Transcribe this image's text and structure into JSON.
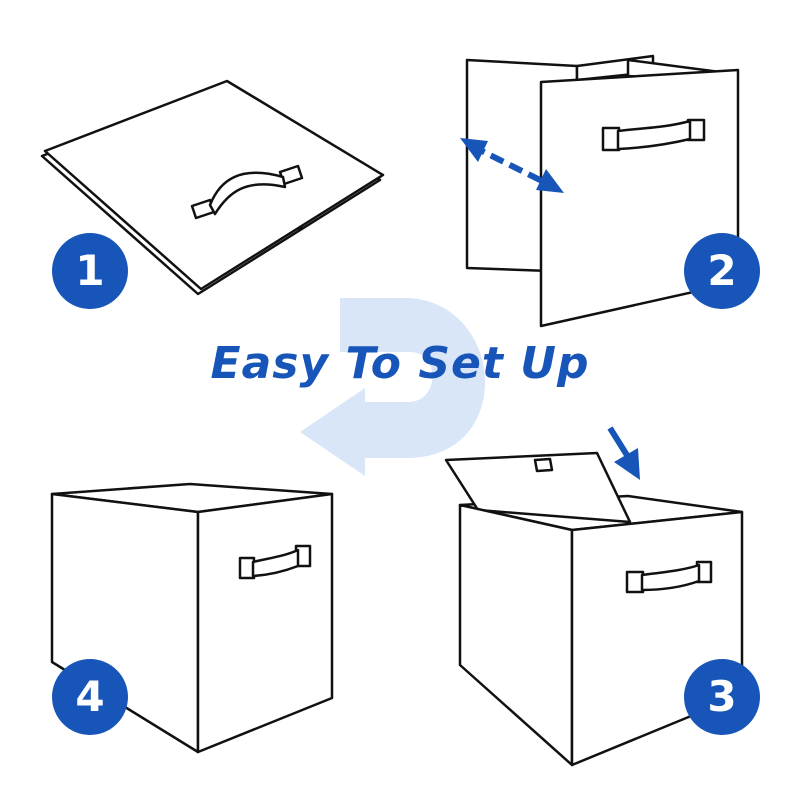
{
  "headline": "Easy To Set Up",
  "steps": [
    {
      "number": "1",
      "illustration": "flat-folded-panel-icon"
    },
    {
      "number": "2",
      "illustration": "unfold-panels-icon"
    },
    {
      "number": "3",
      "illustration": "open-flap-box-icon"
    },
    {
      "number": "4",
      "illustration": "finished-cube-icon"
    }
  ],
  "colors": {
    "accent": "#1756b8",
    "swirl": "#d9e6f7",
    "outline": "#111111"
  }
}
